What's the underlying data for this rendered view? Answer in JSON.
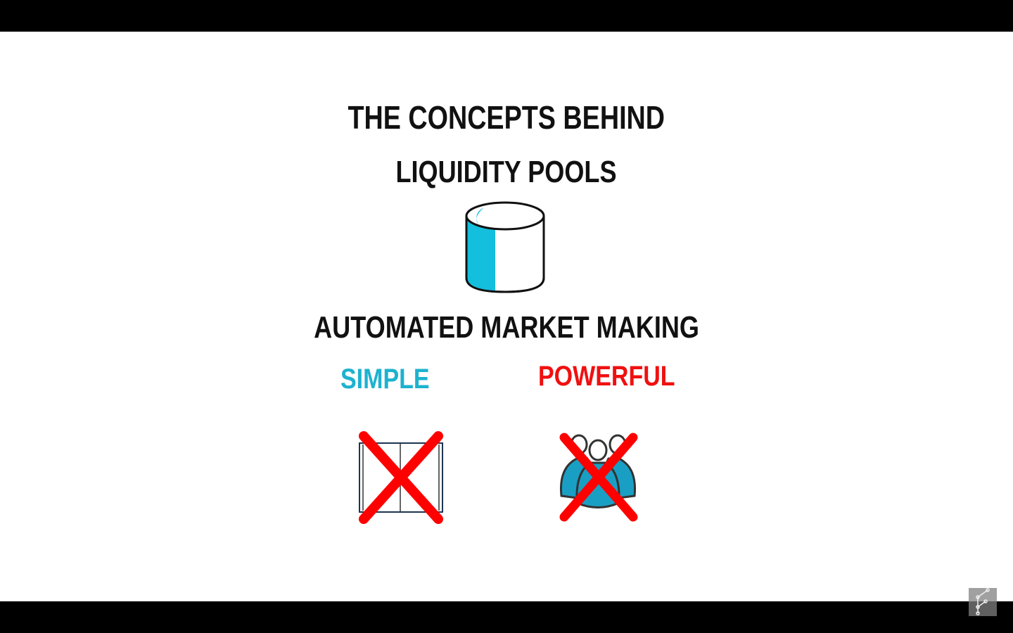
{
  "slide": {
    "title_line1": "THE CONCEPTS BEHIND",
    "title_line2": "LIQUIDITY POOLS",
    "subtitle": "AUTOMATED MARKET MAKING",
    "left_label": "SIMPLE",
    "right_label": "POWERFUL"
  },
  "colors": {
    "accent_cyan": "#1db2cf",
    "accent_red": "#f01010",
    "text": "#111111"
  },
  "icons": [
    "database-cylinder-icon",
    "crossed-out-book-icon",
    "crossed-out-people-icon",
    "channel-logo-icon"
  ]
}
